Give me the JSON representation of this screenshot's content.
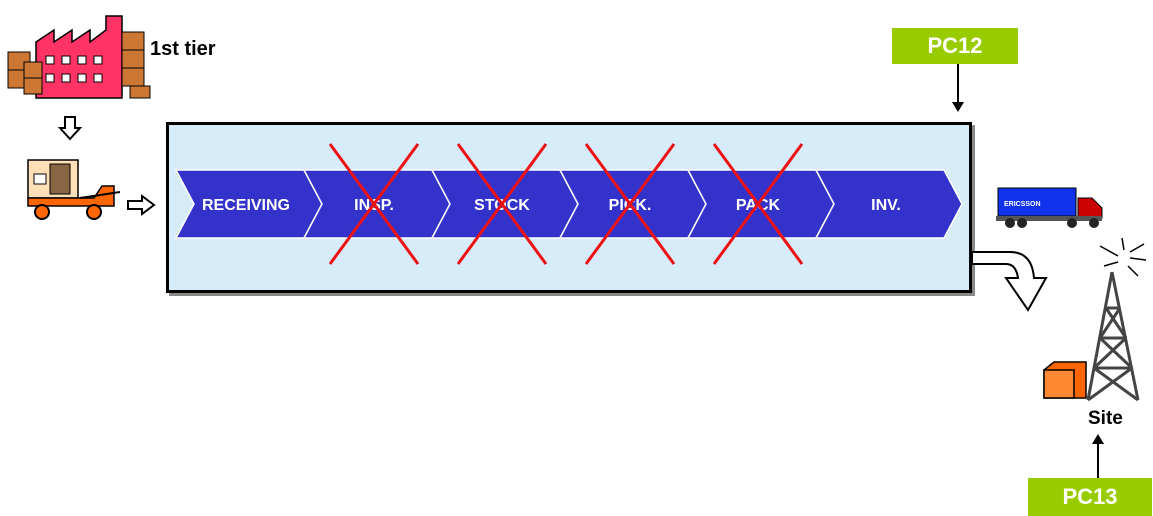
{
  "supplier": {
    "label": "1st tier"
  },
  "controls": {
    "pc12": "PC12",
    "pc13": "PC13"
  },
  "process": {
    "steps": [
      {
        "label": "RECEIVING",
        "removed": false
      },
      {
        "label": "INSP.",
        "removed": true
      },
      {
        "label": "STOCK",
        "removed": true
      },
      {
        "label": "PICK.",
        "removed": true
      },
      {
        "label": "PACK",
        "removed": true
      },
      {
        "label": "INV.",
        "removed": false
      }
    ]
  },
  "truck": {
    "brand": "ERICSSON"
  },
  "site": {
    "label": "Site"
  },
  "colors": {
    "step_fill": "#3333cc",
    "cross": "#ee1111",
    "pc_fill": "#99cc00",
    "box_fill": "#d6ecf8",
    "factory": "#ff3366",
    "boxes": "#cc7733"
  }
}
